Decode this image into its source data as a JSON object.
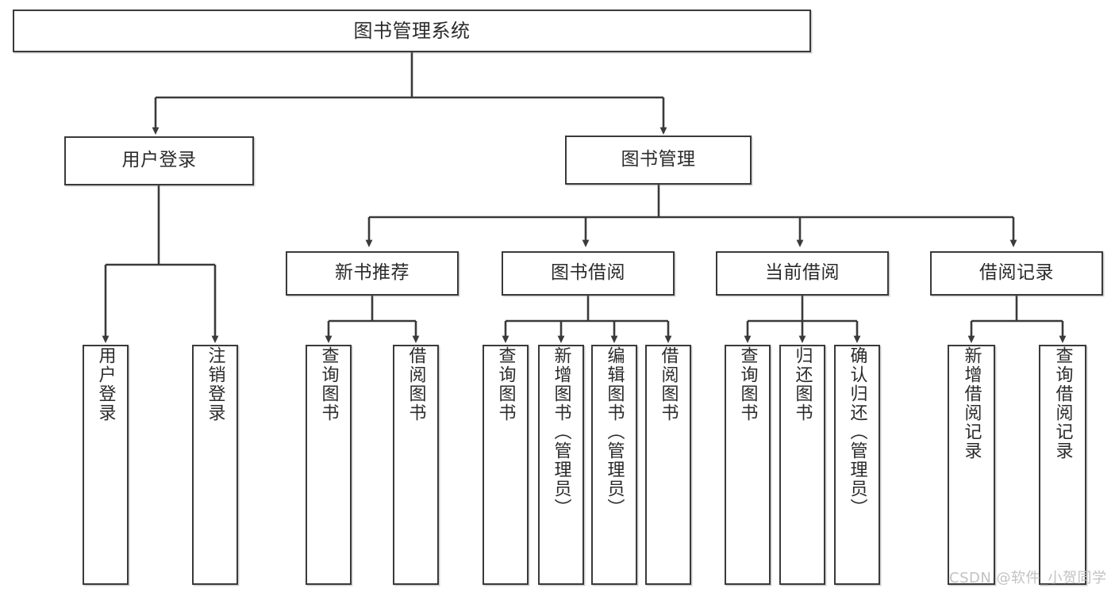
{
  "diagram": {
    "title": "图书管理系统",
    "watermark": "CSDN @软件_小贺同学",
    "line_color": "#3a3a3a",
    "text_color": "#2b2b2b",
    "background": "#ffffff",
    "root": {
      "label": "图书管理系统"
    },
    "level1": [
      {
        "label": "用户登录"
      },
      {
        "label": "图书管理"
      }
    ],
    "level2": [
      {
        "label": "新书推荐"
      },
      {
        "label": "图书借阅"
      },
      {
        "label": "当前借阅"
      },
      {
        "label": "借阅记录"
      }
    ],
    "leaves": {
      "user_login": [
        {
          "label": "用户登录"
        },
        {
          "label": "注销登录"
        }
      ],
      "new_book_recommend": [
        {
          "label": "查询图书"
        },
        {
          "label": "借阅图书"
        }
      ],
      "book_borrow": [
        {
          "label": "查询图书"
        },
        {
          "label": "新增图书（管理员）"
        },
        {
          "label": "编辑图书（管理员）"
        },
        {
          "label": "借阅图书"
        }
      ],
      "current_borrow": [
        {
          "label": "查询图书"
        },
        {
          "label": "归还图书"
        },
        {
          "label": "确认归还（管理员）"
        }
      ],
      "borrow_record": [
        {
          "label": "新增借阅记录"
        },
        {
          "label": "查询借阅记录"
        }
      ]
    }
  }
}
